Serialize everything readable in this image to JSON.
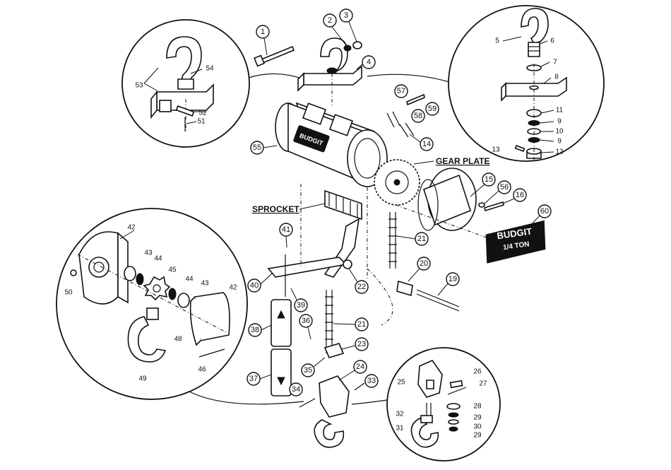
{
  "labels": {
    "gear_plate": "GEAR PLATE",
    "sprocket": "SPROCKET",
    "brand_main": "BUDGIT",
    "brand_rating": "1/4 TON",
    "motor_brand": "BUDGIT"
  },
  "part_numbers": {
    "p1": "1",
    "p2": "2",
    "p3": "3",
    "p4": "4",
    "p5": "5",
    "p6": "6",
    "p7": "7",
    "p8": "8",
    "p9a": "9",
    "p9b": "9",
    "p10": "10",
    "p11": "11",
    "p12": "12",
    "p13": "13",
    "p14": "14",
    "p15": "15",
    "p16": "16",
    "p19": "19",
    "p20": "20",
    "p21a": "21",
    "p21b": "21",
    "p22": "22",
    "p23": "23",
    "p24": "24",
    "p25": "25",
    "p26": "26",
    "p27": "27",
    "p28": "28",
    "p29a": "29",
    "p29b": "29",
    "p30": "30",
    "p31": "31",
    "p32": "32",
    "p33": "33",
    "p34": "34",
    "p35": "35",
    "p36": "36",
    "p37": "37",
    "p38": "38",
    "p39": "39",
    "p40": "40",
    "p41": "41",
    "p42a": "42",
    "p42b": "42",
    "p43a": "43",
    "p43b": "43",
    "p44a": "44",
    "p44b": "44",
    "p45": "45",
    "p46": "46",
    "p48": "48",
    "p49": "49",
    "p50": "50",
    "p51": "51",
    "p52": "52",
    "p53": "53",
    "p54": "54",
    "p55": "55",
    "p56": "56",
    "p57": "57",
    "p58": "58",
    "p59": "59",
    "p60": "60"
  }
}
